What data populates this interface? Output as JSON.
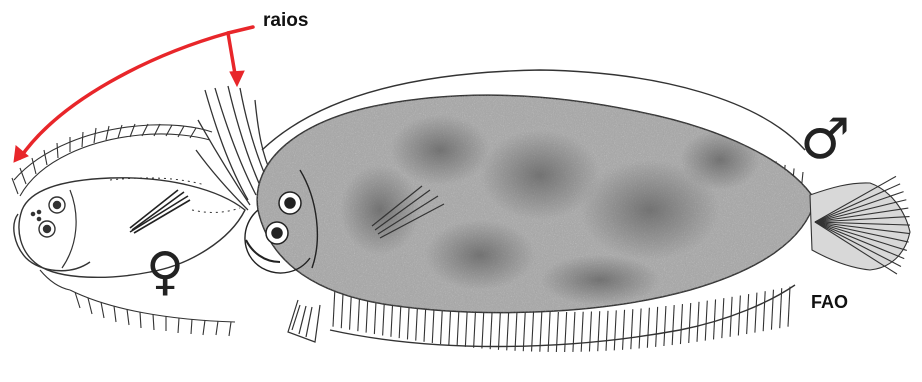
{
  "labels": {
    "raios": "raios",
    "fao": "FAO",
    "male_symbol": "♂",
    "female_symbol": "♀"
  },
  "colors": {
    "arrow": "#e8262a",
    "ink": "#222222",
    "large_fish_body": "#9a9a9a",
    "large_fish_blotch": "#6f6f6f"
  },
  "illustrations": [
    {
      "name": "female-fish",
      "style": "line drawing"
    },
    {
      "name": "male-fish",
      "style": "stippled drawing"
    }
  ]
}
